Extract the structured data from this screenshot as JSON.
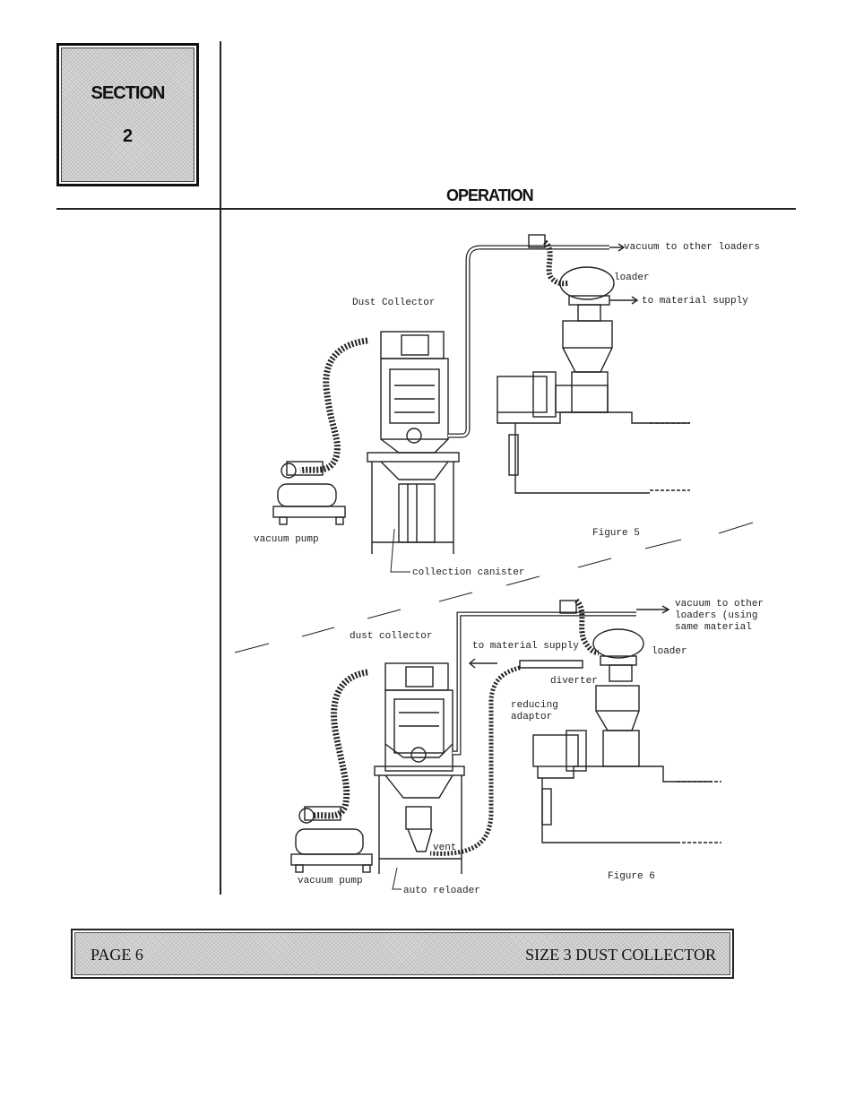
{
  "header": {
    "section_label": "SECTION",
    "section_number": "2",
    "title": "OPERATION"
  },
  "figure5": {
    "caption": "Figure 5",
    "labels": {
      "vacuum_other": "vacuum to other loaders",
      "loader": "loader",
      "material_supply": "to material supply",
      "dust_collector": "Dust Collector",
      "vacuum_pump": "vacuum pump",
      "collection_canister": "collection canister"
    }
  },
  "figure6": {
    "caption": "Figure 6",
    "labels": {
      "vacuum_other_1": "vacuum to other",
      "vacuum_other_2": "loaders (using",
      "vacuum_other_3": "same material",
      "loader": "loader",
      "material_supply": "to material supply",
      "dust_collector": "dust collector",
      "diverter": "diverter",
      "reducing_1": "reducing",
      "reducing_2": "adaptor",
      "vent": "vent",
      "vacuum_pump": "vacuum pump",
      "auto_reloader": "auto reloader"
    }
  },
  "footer": {
    "page": "PAGE 6",
    "doc_title": "SIZE 3 DUST COLLECTOR"
  }
}
